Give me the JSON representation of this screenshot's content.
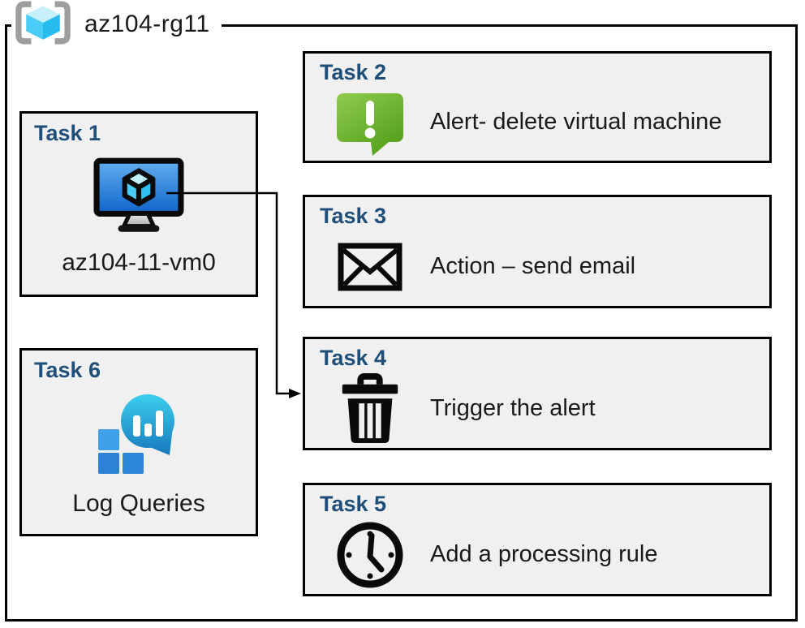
{
  "diagram": {
    "title": "az104-rg11",
    "colors": {
      "accent_header": "#1F4E79",
      "box_background": "#F0F0F0",
      "alert_green": "#6FB52E",
      "vm_screen_blue": "#1472D0",
      "log_bubble_cyan": "#2BB5E0",
      "log_square_blue": "#2E86D8",
      "rg_cube_cyan": "#49CCF5"
    },
    "tasks": [
      {
        "id": "task1",
        "header": "Task 1",
        "label": "az104-11-vm0",
        "icon": "virtual-machine-icon"
      },
      {
        "id": "task2",
        "header": "Task 2",
        "label": "Alert- delete virtual machine",
        "icon": "alert-message-icon"
      },
      {
        "id": "task3",
        "header": "Task 3",
        "label": "Action – send email",
        "icon": "email-envelope-icon"
      },
      {
        "id": "task4",
        "header": "Task 4",
        "label": "Trigger the alert",
        "icon": "trash-delete-icon"
      },
      {
        "id": "task5",
        "header": "Task 5",
        "label": "Add a processing rule",
        "icon": "clock-icon"
      },
      {
        "id": "task6",
        "header": "Task 6",
        "label": "Log Queries",
        "icon": "log-queries-icon"
      }
    ],
    "connector": {
      "from": "task1",
      "to": "task4"
    }
  }
}
